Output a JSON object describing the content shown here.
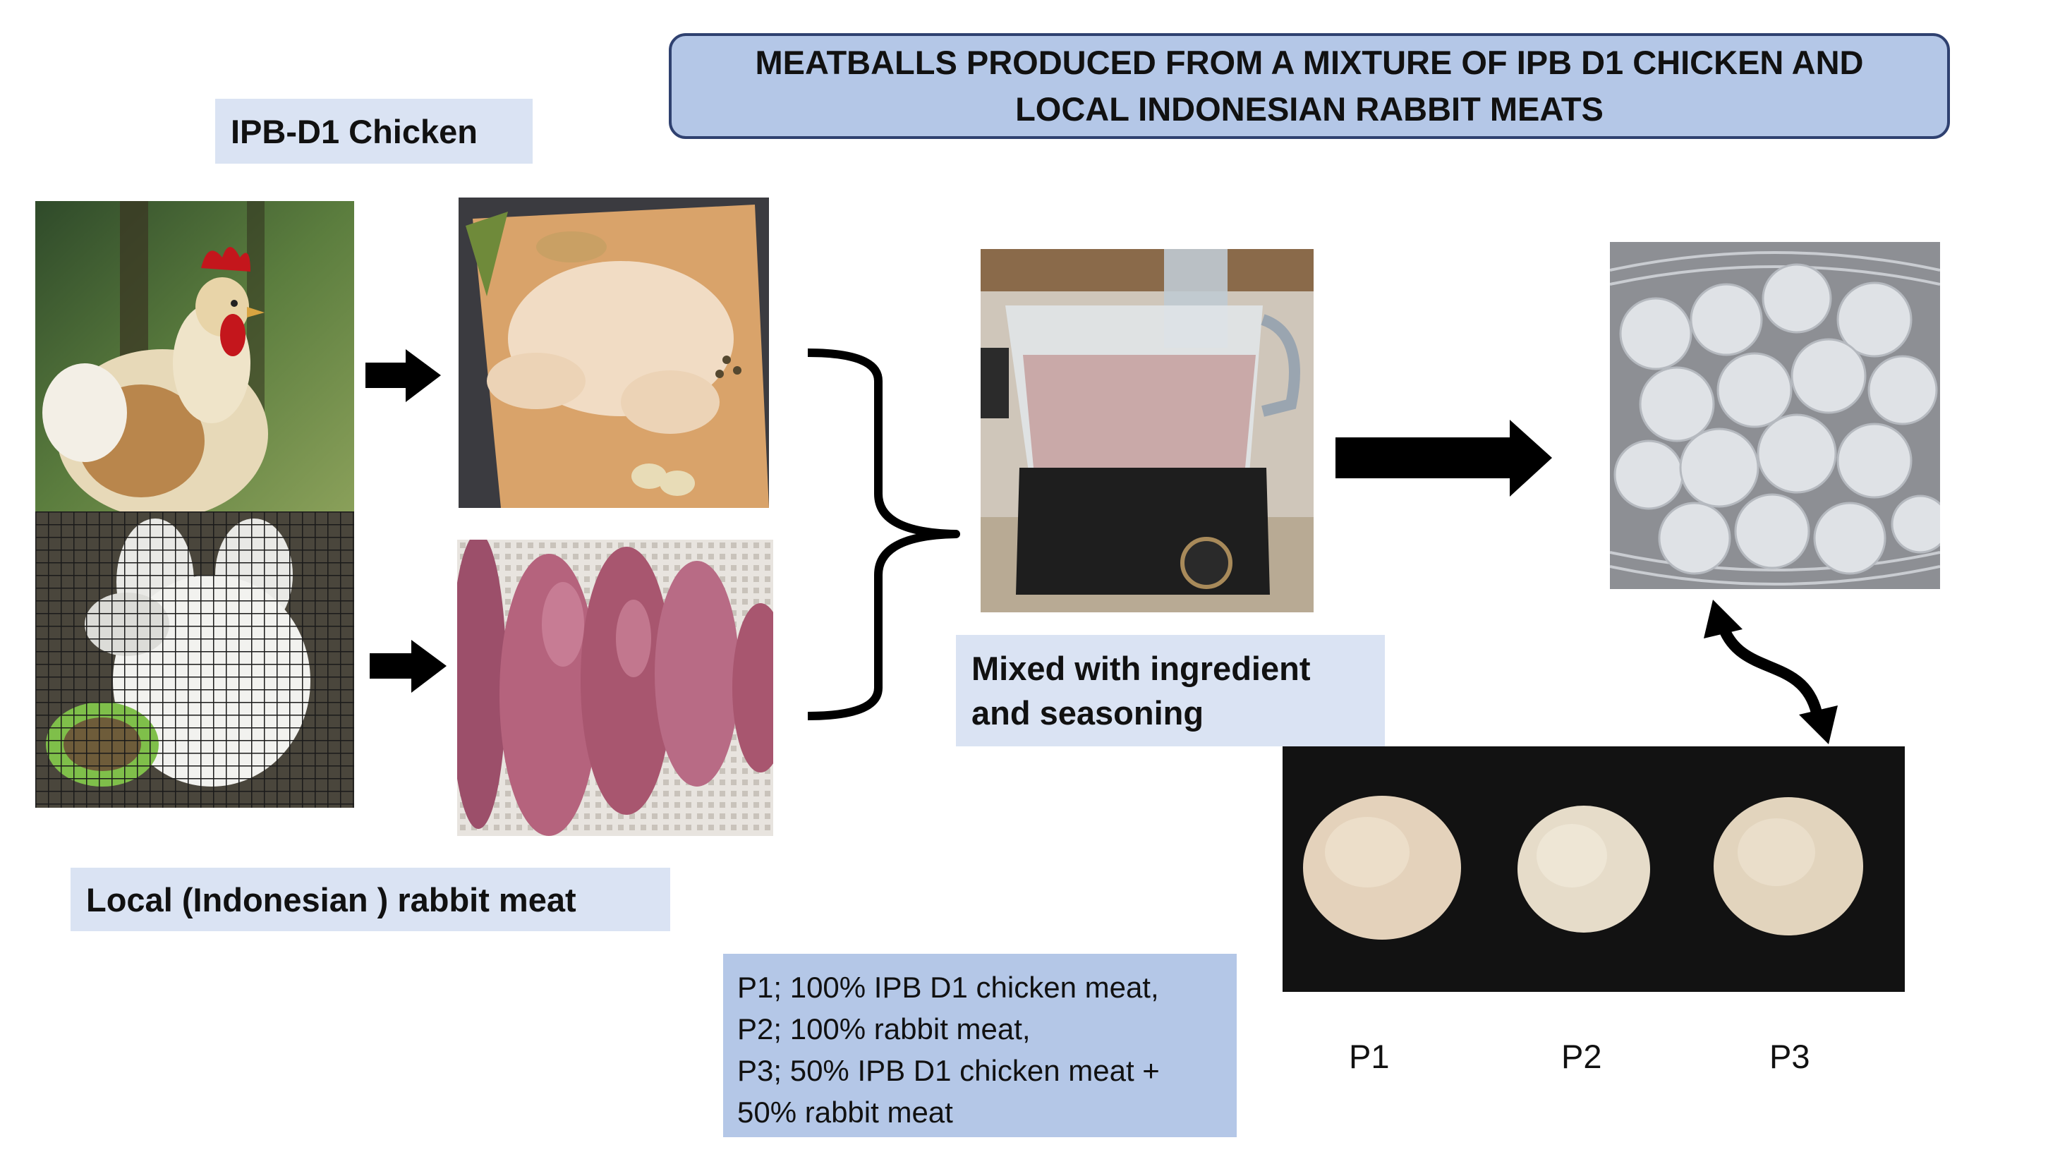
{
  "title": {
    "line1": "MEATBALLS PRODUCED FROM A MIXTURE OF IPB D1 CHICKEN AND",
    "line2": "LOCAL INDONESIAN RABBIT MEATS"
  },
  "labels": {
    "chicken": "IPB-D1 Chicken",
    "rabbit": "Local (Indonesian ) rabbit meat",
    "mixed_line1": "Mixed with ingredient",
    "mixed_line2": "and seasoning"
  },
  "legend": [
    "P1; 100% IPB D1 chicken meat,",
    "P2; 100% rabbit meat,",
    "P3; 50% IPB D1 chicken meat +",
    "50% rabbit meat"
  ],
  "treatments": [
    "P1",
    "P2",
    "P3"
  ],
  "colors": {
    "title_fill": "#b4c7e7",
    "title_border": "#2f4170",
    "label_fill": "#dae3f3",
    "arrow": "#000000"
  }
}
